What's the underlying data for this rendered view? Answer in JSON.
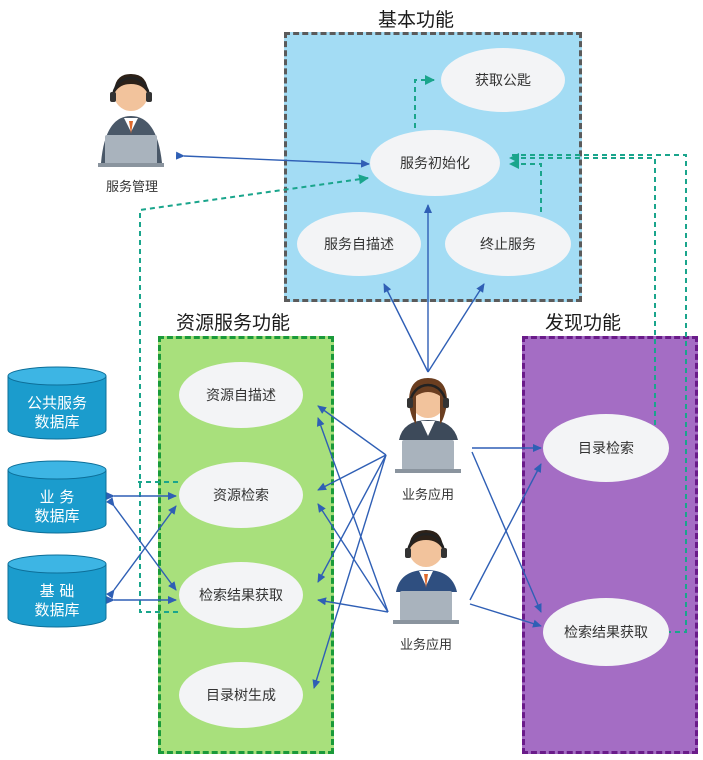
{
  "groups": {
    "basic": {
      "title": "基本功能"
    },
    "resource": {
      "title": "资源服务功能"
    },
    "discovery": {
      "title": "发现功能"
    }
  },
  "nodes": {
    "get_key": "获取公匙",
    "service_init": "服务初始化",
    "service_self_desc": "服务自描述",
    "terminate_service": "终止服务",
    "resource_self_desc": "资源自描述",
    "resource_search": "资源检索",
    "search_result_get": "检索结果获取",
    "catalog_tree_gen": "目录树生成",
    "catalog_search": "目录检索",
    "discovery_result_get": "检索结果获取"
  },
  "actors": {
    "service_admin": "服务管理",
    "business_app_1": "业务应用",
    "business_app_2": "业务应用"
  },
  "databases": {
    "public": {
      "line1": "公共服务",
      "line2": "数据库"
    },
    "business": {
      "line1": "业 务",
      "line2": "数据库"
    },
    "base": {
      "line1": "基 础",
      "line2": "数据库"
    }
  },
  "colors": {
    "basic_fill": "#a3dcf4",
    "basic_border": "#5b5b5b",
    "resource_fill": "#a8e07c",
    "resource_border": "#1a9a3a",
    "discovery_fill": "#a46dc4",
    "discovery_border": "#6a1b8a",
    "solid_arrow": "#2f5fb5",
    "dashed_arrow": "#1aa58c",
    "db_fill": "#1b9ccd"
  }
}
